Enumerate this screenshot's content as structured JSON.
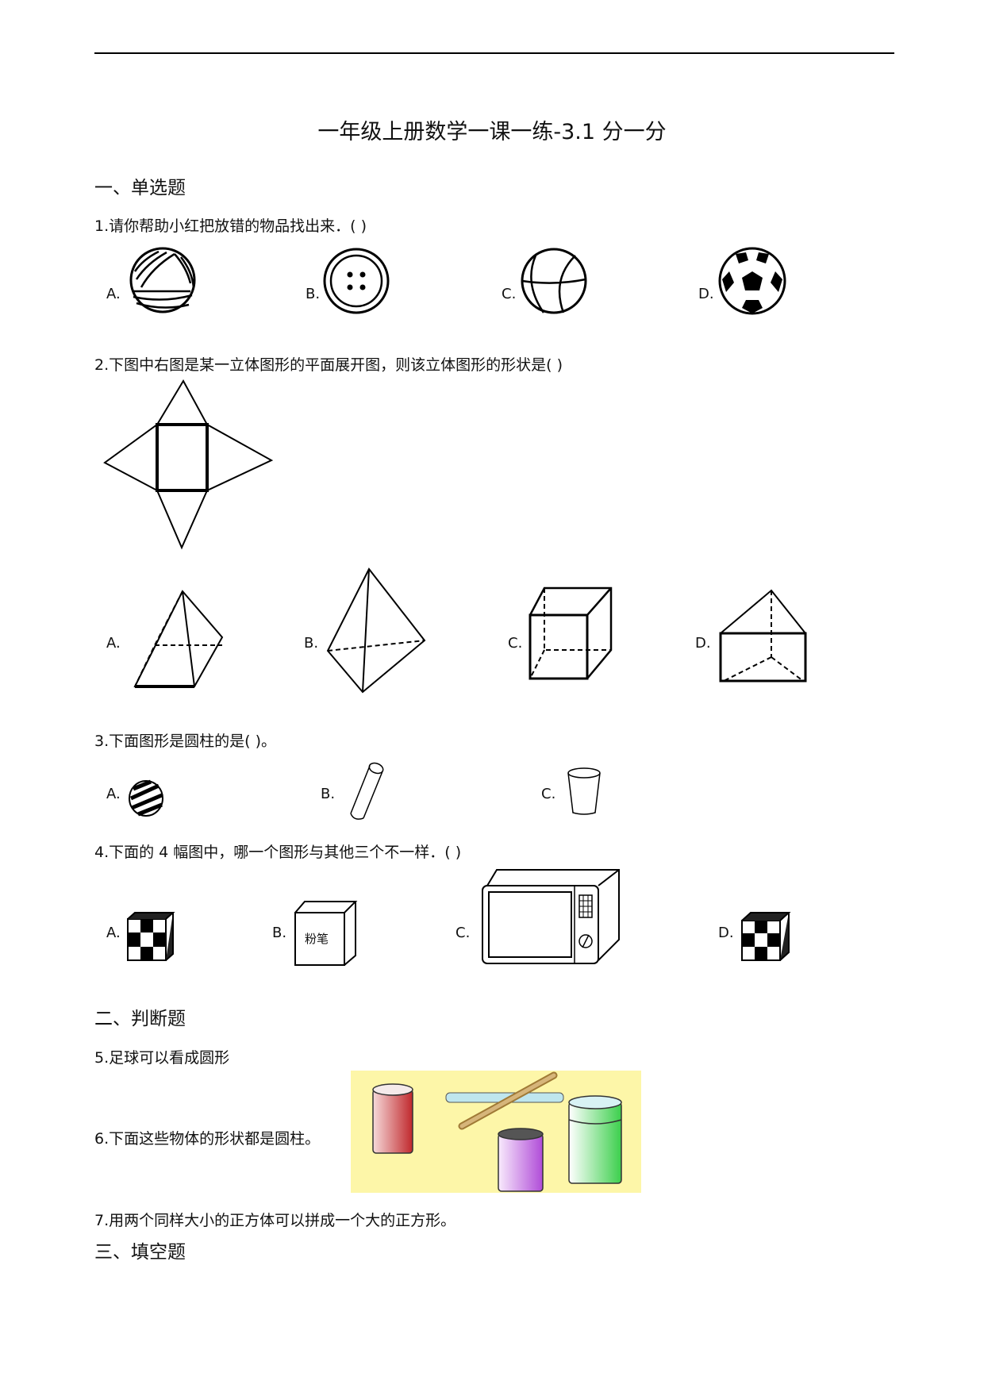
{
  "document": {
    "title": "一年级上册数学一课一练-3.1 分一分",
    "sections": [
      {
        "heading": "一、单选题"
      },
      {
        "heading": "二、判断题"
      },
      {
        "heading": "三、填空题"
      }
    ],
    "questions": [
      {
        "number": "1",
        "text": "1.请你帮助小红把放错的物品找出来．(     )",
        "options": [
          {
            "label": "A.",
            "image": "volleyball"
          },
          {
            "label": "B.",
            "image": "button"
          },
          {
            "label": "C.",
            "image": "basketball"
          },
          {
            "label": "D.",
            "image": "soccer-ball"
          }
        ]
      },
      {
        "number": "2",
        "text": "2.下图中右图是某一立体图形的平面展开图，则该立体图形的形状是(      )",
        "figure": "square-pyramid-net",
        "options": [
          {
            "label": "A.",
            "image": "square-pyramid"
          },
          {
            "label": "B.",
            "image": "triangular-bipyramid"
          },
          {
            "label": "C.",
            "image": "cuboid"
          },
          {
            "label": "D.",
            "image": "triangular-prism"
          }
        ]
      },
      {
        "number": "3",
        "text": "3.下面图形是圆柱的是(             )。",
        "options": [
          {
            "label": "A.",
            "image": "striped-ball"
          },
          {
            "label": "B.",
            "image": "tilted-tube"
          },
          {
            "label": "C.",
            "image": "cup"
          }
        ]
      },
      {
        "number": "4",
        "text": "4.下面的 4 幅图中，哪一个图形与其他三个不一样．( )",
        "options": [
          {
            "label": "A.",
            "image": "rubik-cube"
          },
          {
            "label": "B.",
            "image": "chalk-box",
            "caption": "粉笔"
          },
          {
            "label": "C.",
            "image": "microwave"
          },
          {
            "label": "D.",
            "image": "rubik-cube"
          }
        ]
      },
      {
        "number": "5",
        "text": "5.足球可以看成圆形"
      },
      {
        "number": "6",
        "text": "6.下面这些物体的形状都是圆柱。",
        "figure": "cylinders-on-yellow",
        "figure_colors": {
          "background": "#fdf6a8",
          "can": "#c0282c",
          "straw": "#bfe6ee",
          "stick": "#c8a86a",
          "purple": "#b04cd8",
          "green": "#3ccf4c"
        }
      },
      {
        "number": "7",
        "text": "7.用两个同样大小的正方体可以拼成一个大的正方形。"
      }
    ]
  }
}
